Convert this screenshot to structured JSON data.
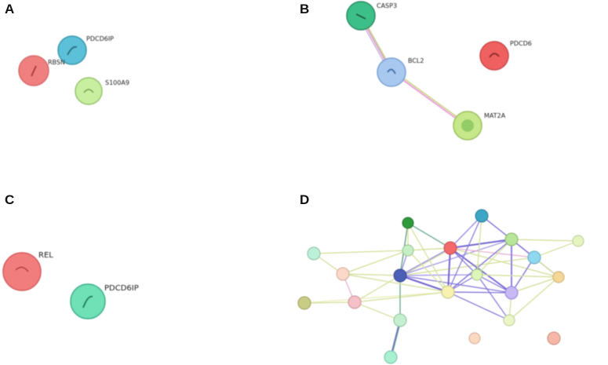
{
  "panels": [
    {
      "letter": "A",
      "nodes": [
        {
          "label": "PDCD6IP",
          "color": "#5bc0d8"
        },
        {
          "label": "RBSN",
          "color": "#f08080"
        },
        {
          "label": "S100A9",
          "color": "#c8eea0"
        }
      ]
    },
    {
      "letter": "B",
      "nodes": [
        {
          "label": "CASP3",
          "color": "#3dbf8a"
        },
        {
          "label": "BCL2",
          "color": "#a8c8f0"
        },
        {
          "label": "PDCD6",
          "color": "#ef6060"
        },
        {
          "label": "MAT2A",
          "color": "#c6e88a"
        }
      ]
    },
    {
      "letter": "C",
      "nodes": [
        {
          "label": "REL",
          "color": "#f27d7d"
        },
        {
          "label": "PDCD6IP",
          "color": "#6fe0b6"
        }
      ]
    },
    {
      "letter": "D",
      "nodes": []
    }
  ]
}
